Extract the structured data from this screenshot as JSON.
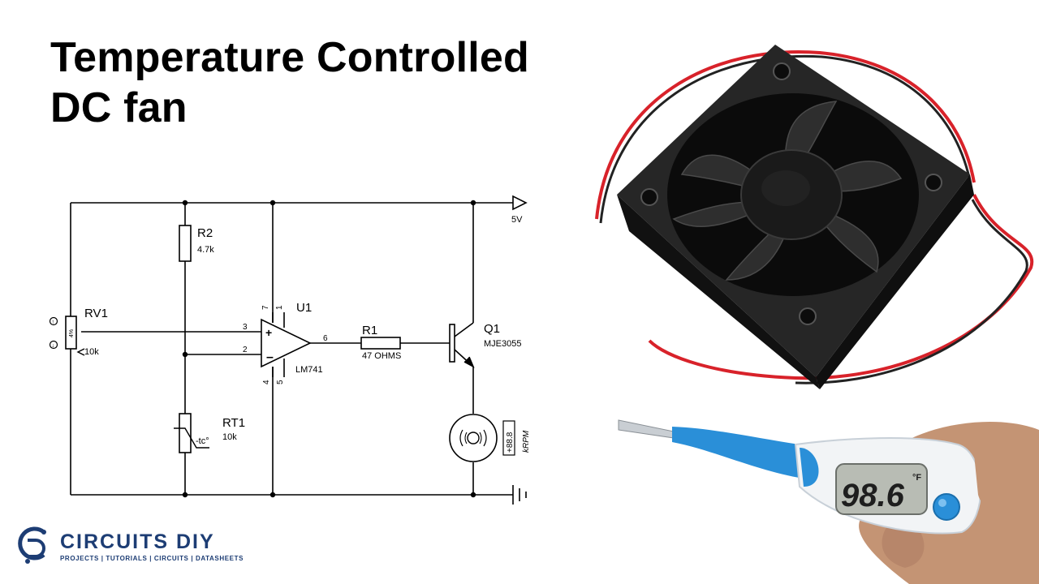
{
  "title_lines": [
    "Temperature Controlled",
    "DC fan"
  ],
  "schematic": {
    "supply_label": "5V",
    "rv1": {
      "ref": "RV1",
      "value": "10k",
      "percent": "4%"
    },
    "r2": {
      "ref": "R2",
      "value": "4.7k"
    },
    "u1": {
      "ref": "U1",
      "part": "LM741",
      "pins": [
        "7",
        "1",
        "3",
        "2",
        "6",
        "4",
        "5"
      ]
    },
    "r1": {
      "ref": "R1",
      "value": "47 OHMS"
    },
    "q1": {
      "ref": "Q1",
      "part": "MJE3055"
    },
    "rt1": {
      "ref": "RT1",
      "value": "10k",
      "tc": "-tc°"
    },
    "motor": {
      "display": "+88.8",
      "unit": "kRPM"
    }
  },
  "thermometer": {
    "reading": "98.6",
    "unit": "°F"
  },
  "logo": {
    "name": "CIRCUITS DIY",
    "tagline": "PROJECTS | TUTORIALS | CIRCUITS | DATASHEETS"
  },
  "colors": {
    "wire": "#000000",
    "fan": "#1a1a1a",
    "fan_wire_red": "#d8222a",
    "thermo_blue": "#2a8fd8",
    "logo": "#1d3d74"
  }
}
